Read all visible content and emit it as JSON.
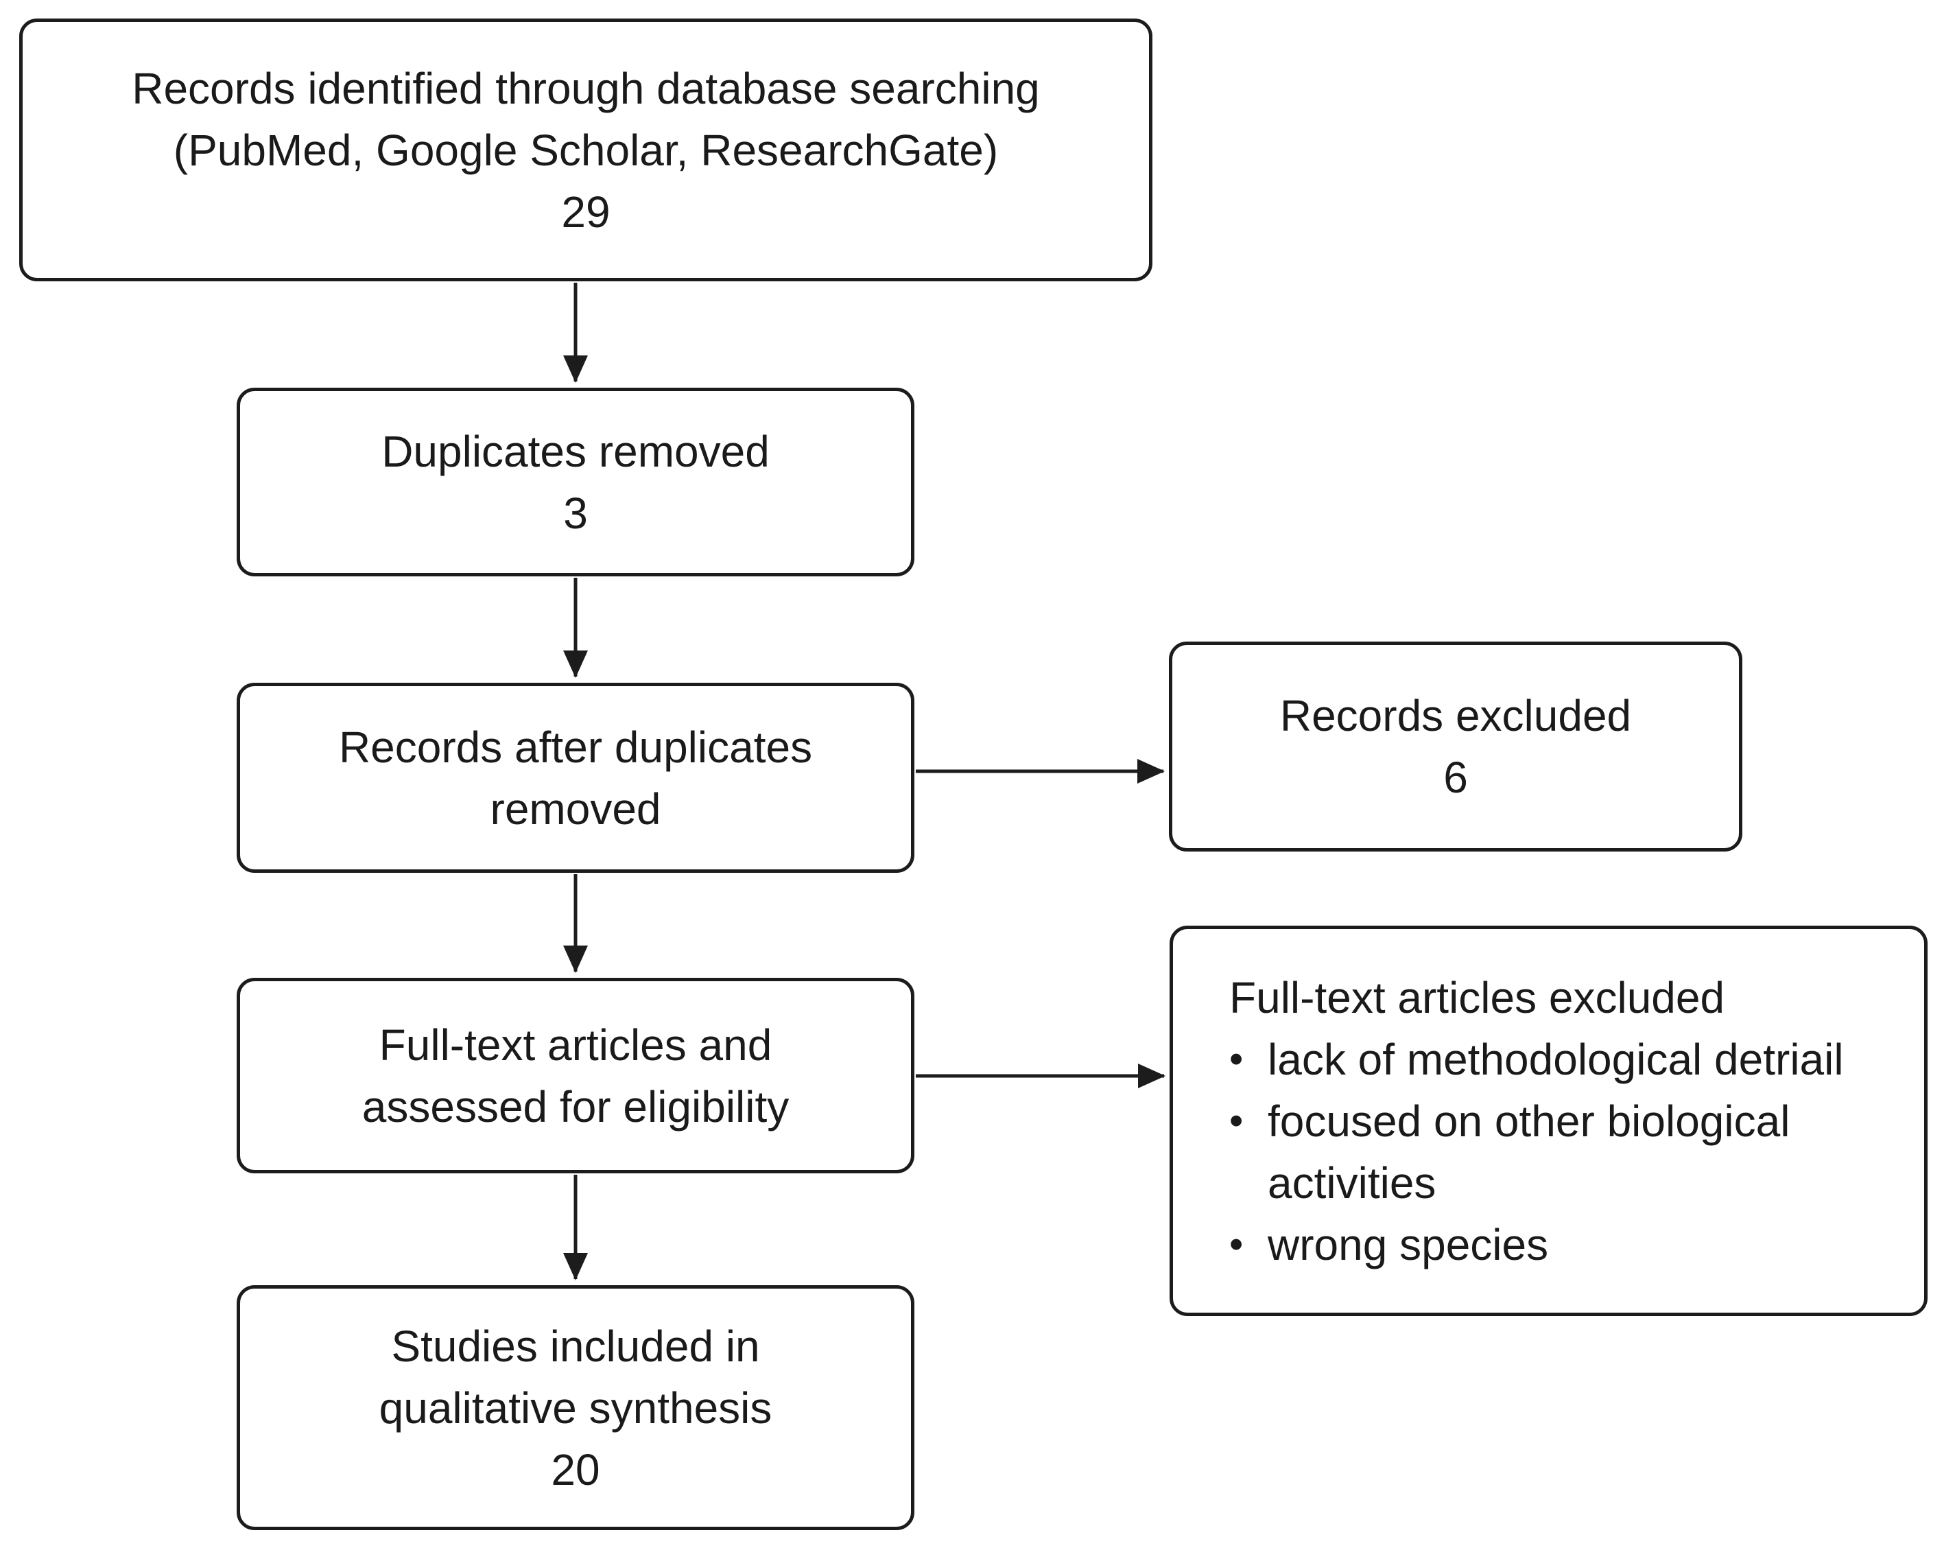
{
  "flowchart": {
    "colors": {
      "background": "#ffffff",
      "text": "#1a1a1a",
      "border": "#1c1c1c"
    },
    "bullet_char": "•",
    "boxes": {
      "identified": {
        "lines": [
          "Records identified through database searching",
          "(PubMed, Google Scholar, ResearchGate)"
        ],
        "count": "29"
      },
      "duplicates_removed": {
        "lines": [
          "Duplicates removed"
        ],
        "count": "3"
      },
      "after_duplicates": {
        "lines": [
          "Records after duplicates",
          "removed"
        ]
      },
      "records_excluded": {
        "lines": [
          "Records excluded"
        ],
        "count": "6"
      },
      "fulltext_assessed": {
        "lines": [
          "Full-text articles and",
          "assessed for eligibility"
        ]
      },
      "fulltext_excluded": {
        "title": "Full-text articles excluded",
        "bullets": [
          "lack of methodological detriail",
          "focused on other biological activities",
          "wrong species"
        ]
      },
      "included": {
        "lines": [
          "Studies included in",
          "qualitative synthesis"
        ],
        "count": "20"
      }
    }
  }
}
